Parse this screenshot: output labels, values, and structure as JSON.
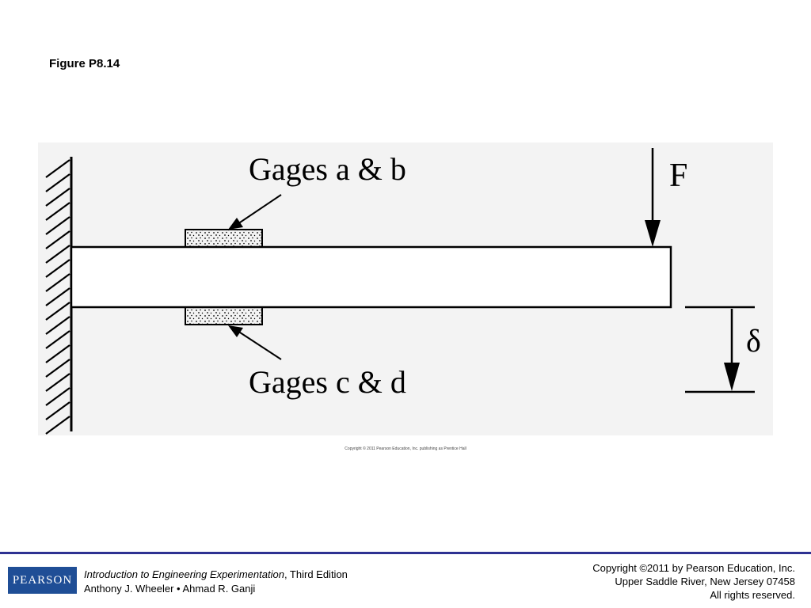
{
  "figure_title": "Figure P8.14",
  "diagram": {
    "labels": {
      "gages_top": "Gages a & b",
      "gages_bottom": "Gages c & d",
      "force": "F",
      "deflection": "δ"
    }
  },
  "small_copyright": "Copyright © 2011 Pearson Education, Inc. publishing as Prentice Hall",
  "footer": {
    "logo_text": "PEARSON",
    "book_title": "Introduction to Engineering Experimentation",
    "book_edition": ", Third Edition",
    "authors": "Anthony J. Wheeler • Ahmad R. Ganji",
    "copyright_line1": "Copyright ©2011 by Pearson Education, Inc.",
    "copyright_line2": "Upper Saddle River, New Jersey 07458",
    "copyright_line3": "All rights reserved."
  },
  "colors": {
    "footer_rule": "#2e3192",
    "logo_background": "#1f4e96"
  }
}
